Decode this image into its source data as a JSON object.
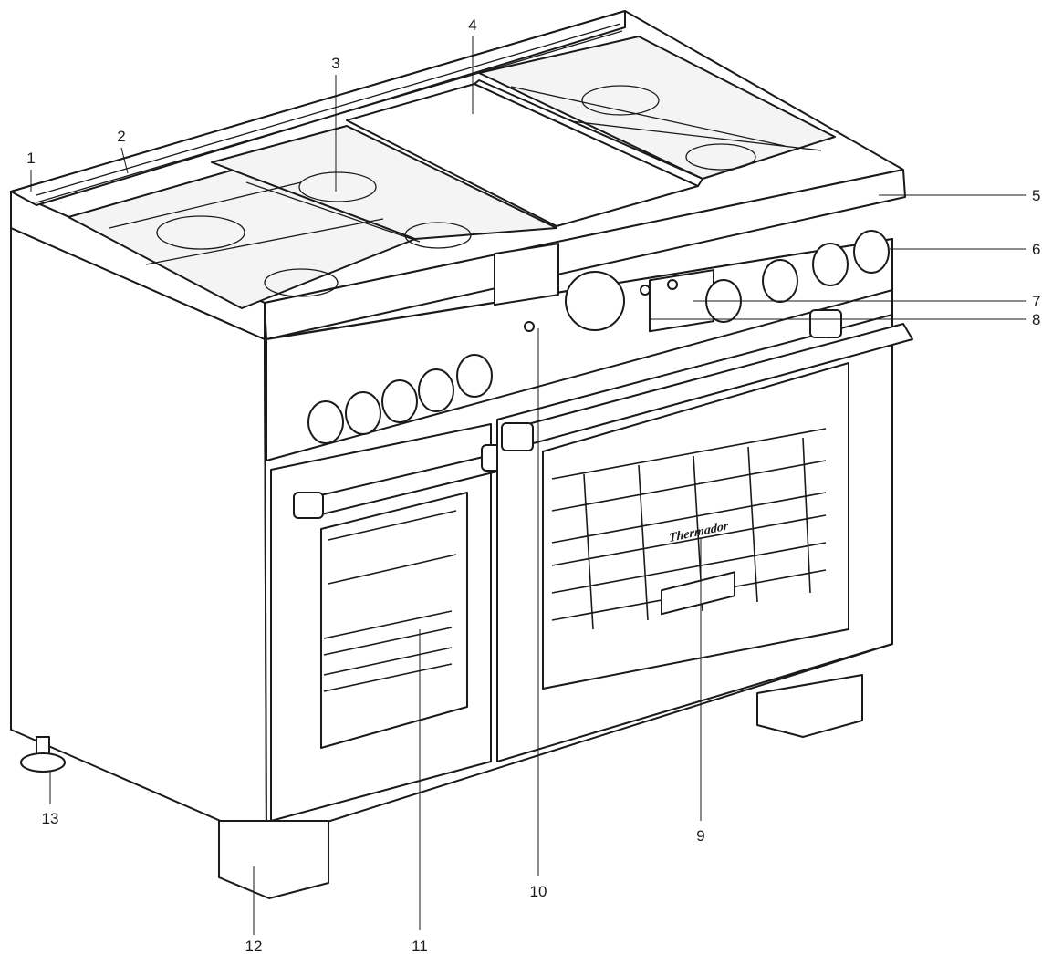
{
  "brand_label": "Thermador",
  "callouts": [
    {
      "label": "1"
    },
    {
      "label": "2"
    },
    {
      "label": "3"
    },
    {
      "label": "4"
    },
    {
      "label": "5"
    },
    {
      "label": "6"
    },
    {
      "label": "7"
    },
    {
      "label": "8"
    },
    {
      "label": "9"
    },
    {
      "label": "10"
    },
    {
      "label": "11"
    },
    {
      "label": "12"
    },
    {
      "label": "13"
    }
  ]
}
